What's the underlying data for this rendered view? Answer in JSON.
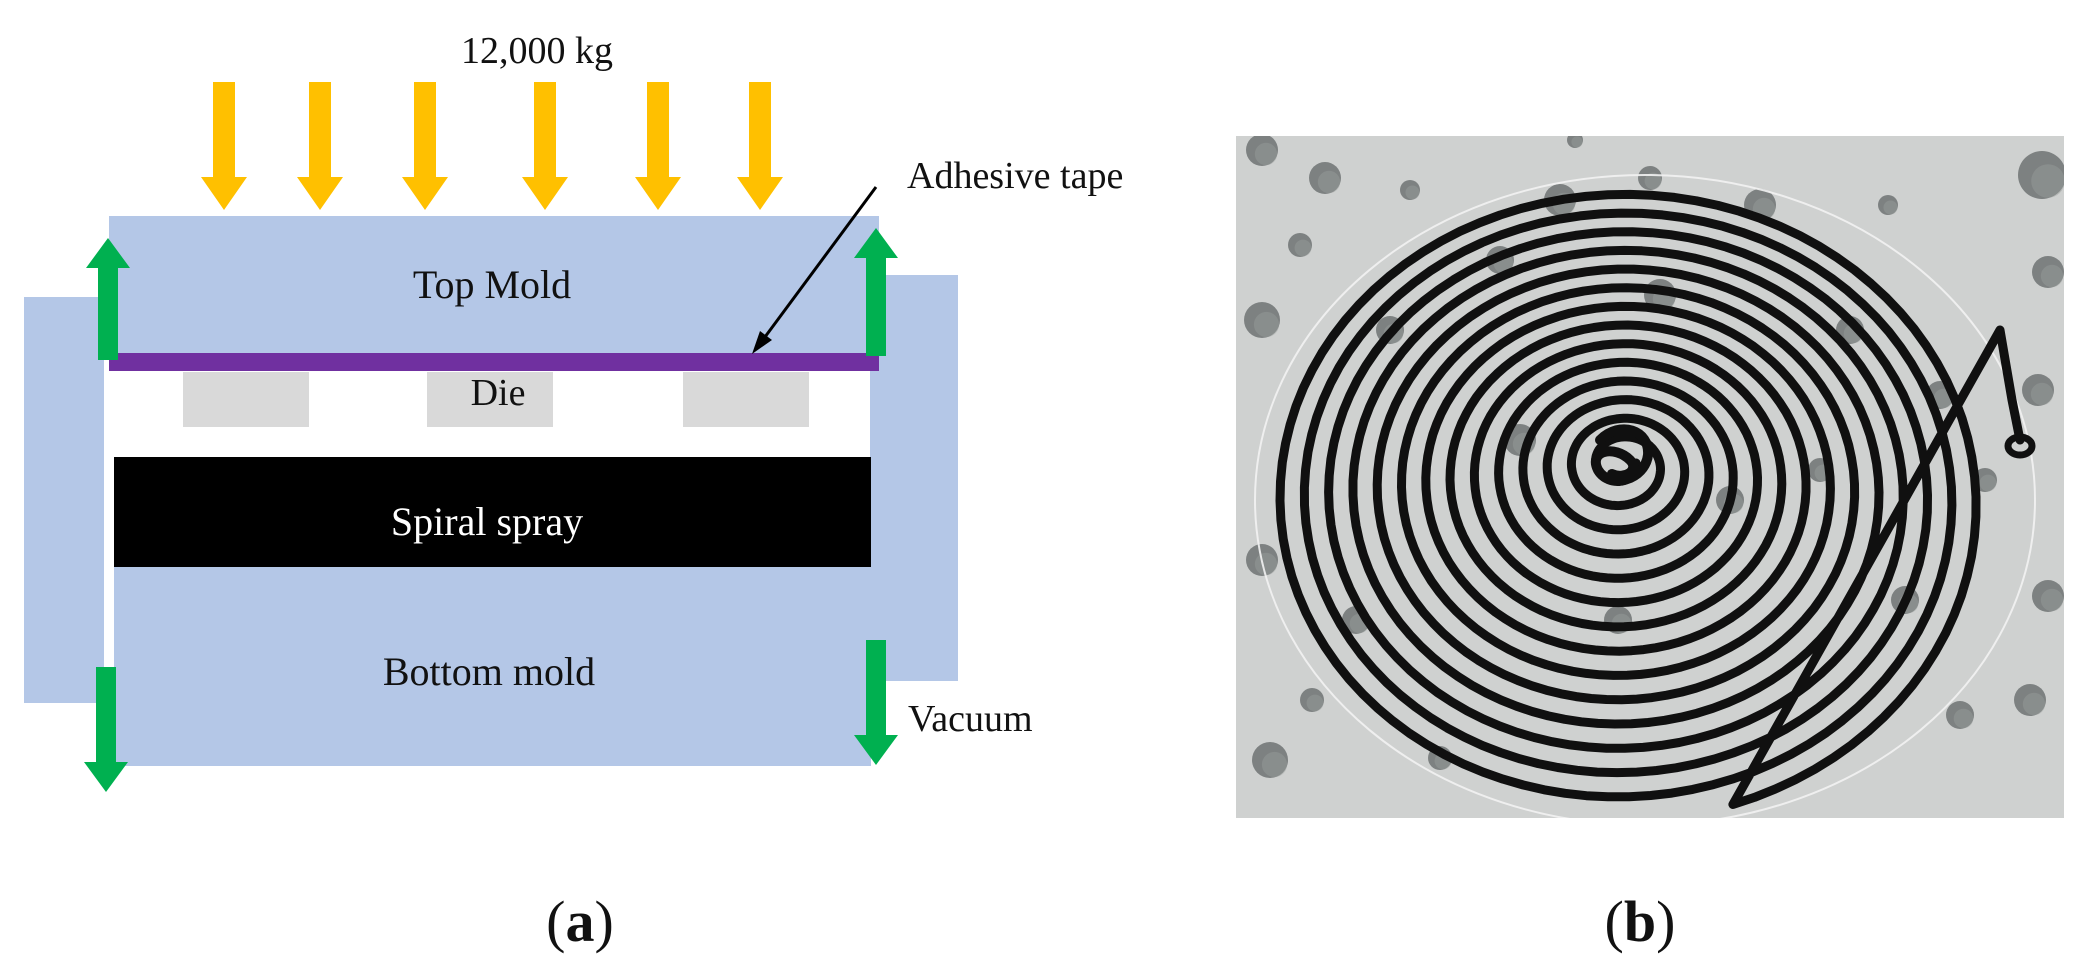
{
  "colors": {
    "mold": "#b4c7e7",
    "arrow_force": "#ffc000",
    "arrow_vacuum": "#00b050",
    "tape": "#7030a0",
    "die": "#d9d9d9",
    "spray": "#000000",
    "photo_plate": "#cfd1d0",
    "photo_hole": "#6f7373",
    "spiral": "#101010"
  },
  "panel_a": {
    "force_label": "12,000 kg",
    "adhesive_label": "Adhesive tape",
    "top_mold_label": "Top Mold",
    "die_label": "Die",
    "spray_label": "Spiral spray",
    "bottom_mold_label": "Bottom mold",
    "vacuum_label": "Vacuum",
    "caption": {
      "open": "(",
      "letter": "a",
      "close": ")"
    }
  },
  "panel_b": {
    "photo_icon": "spiral-photo",
    "caption": {
      "open": "(",
      "letter": "b",
      "close": ")"
    }
  }
}
